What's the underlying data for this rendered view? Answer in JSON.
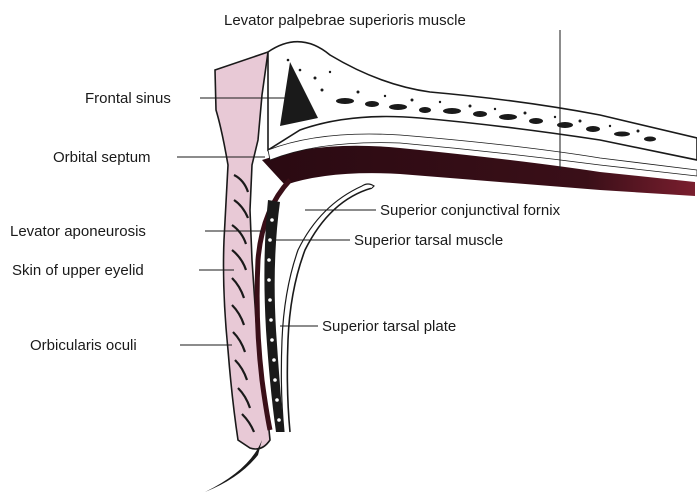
{
  "labels": {
    "levator_palpebrae": "Levator palpebrae superioris muscle",
    "frontal_sinus": "Frontal sinus",
    "orbital_septum": "Orbital septum",
    "superior_conjunctival_fornix": "Superior conjunctival fornix",
    "levator_aponeurosis": "Levator aponeurosis",
    "superior_tarsal_muscle": "Superior tarsal muscle",
    "skin_upper_eyelid": "Skin of upper eyelid",
    "superior_tarsal_plate": "Superior tarsal plate",
    "orbicularis_oculi": "Orbicularis oculi"
  },
  "colors": {
    "skin_pink": "#e8c9d6",
    "muscle_dark": "#3a0f18",
    "muscle_tip": "#7a1e2e",
    "outline": "#1a1a1a"
  }
}
